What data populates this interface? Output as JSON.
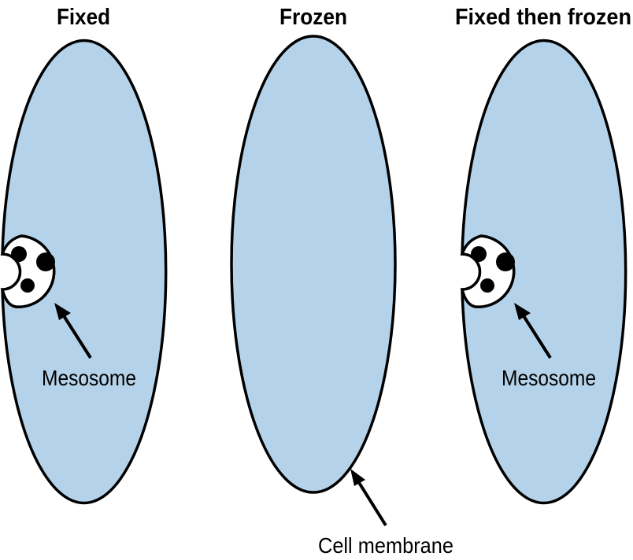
{
  "panels": [
    {
      "title": "Fixed",
      "label": "Mesosome"
    },
    {
      "title": "Frozen",
      "label": "Cell membrane"
    },
    {
      "title": "Fixed then frozen",
      "label": "Mesosome"
    }
  ],
  "colors": {
    "cell_fill": "#b4d3ea",
    "outline": "#000000",
    "mesosome_fill": "#ffffff"
  }
}
